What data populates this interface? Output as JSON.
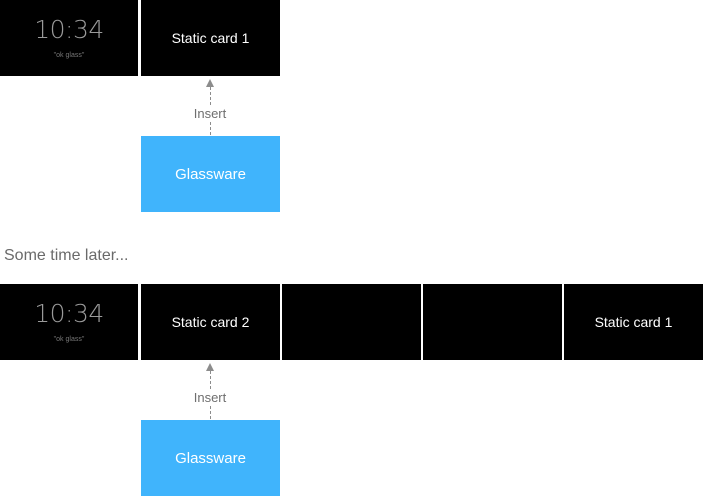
{
  "top_row": {
    "clock": {
      "time": "10:34",
      "hint": "\"ok glass\""
    },
    "cards": [
      "Static card 1"
    ]
  },
  "top_insert": {
    "label": "Insert",
    "source": "Glassware"
  },
  "caption": "Some time later...",
  "bottom_row": {
    "clock": {
      "time": "10:34",
      "hint": "\"ok glass\""
    },
    "cards": [
      "Static card 2",
      "",
      "",
      "Static card 1"
    ]
  },
  "bottom_insert": {
    "label": "Insert",
    "source": "Glassware"
  },
  "colors": {
    "card": "#000000",
    "glassware": "#40b4fc",
    "arrow": "#8c8c8c"
  }
}
